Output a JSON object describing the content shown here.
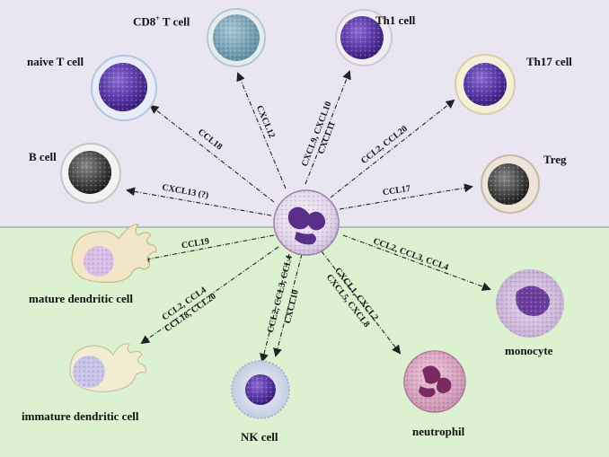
{
  "center_cell": "neutrophil-like source cell",
  "colors": {
    "top_bg": "#e9e6f1",
    "bottom_bg": "#dcf1d0",
    "arrow": "#222222",
    "nucleus_purple": "#5b3aa8"
  },
  "cells": {
    "cd8": "CD8",
    "cd8_sup": "+",
    "cd8_suffix": " T cell",
    "th1": "Th1 cell",
    "naive": "naive T cell",
    "th17": "Th17 cell",
    "bcell": "B cell",
    "treg": "Treg",
    "mature_dc": "mature dendritic cell",
    "monocyte": "monocyte",
    "immature_dc": "immature dendritic cell",
    "nk": "NK cell",
    "neutrophil": "neutrophil"
  },
  "chemokines": {
    "cd8": "CXCL12",
    "th1_a": "CXCL9, CXCL10",
    "th1_b": "CXCL11",
    "naive": "CCL18",
    "th17": "CCL2, CCL20",
    "bcell": "CXCL13 (?)",
    "treg": "CCL17",
    "mature_dc": "CCL19",
    "monocyte": "CCL2, CCL3, CCL4",
    "immature_dc_a": "CCL2, CCL4",
    "immature_dc_b": "CCL18, CCL20",
    "nk_a": "CCL2, CCL3, CCL4",
    "nk_b": "CXCL10",
    "neutrophil_a": "CXCL1, CXCL2",
    "neutrophil_b": "CXCL5, CXCL8"
  }
}
